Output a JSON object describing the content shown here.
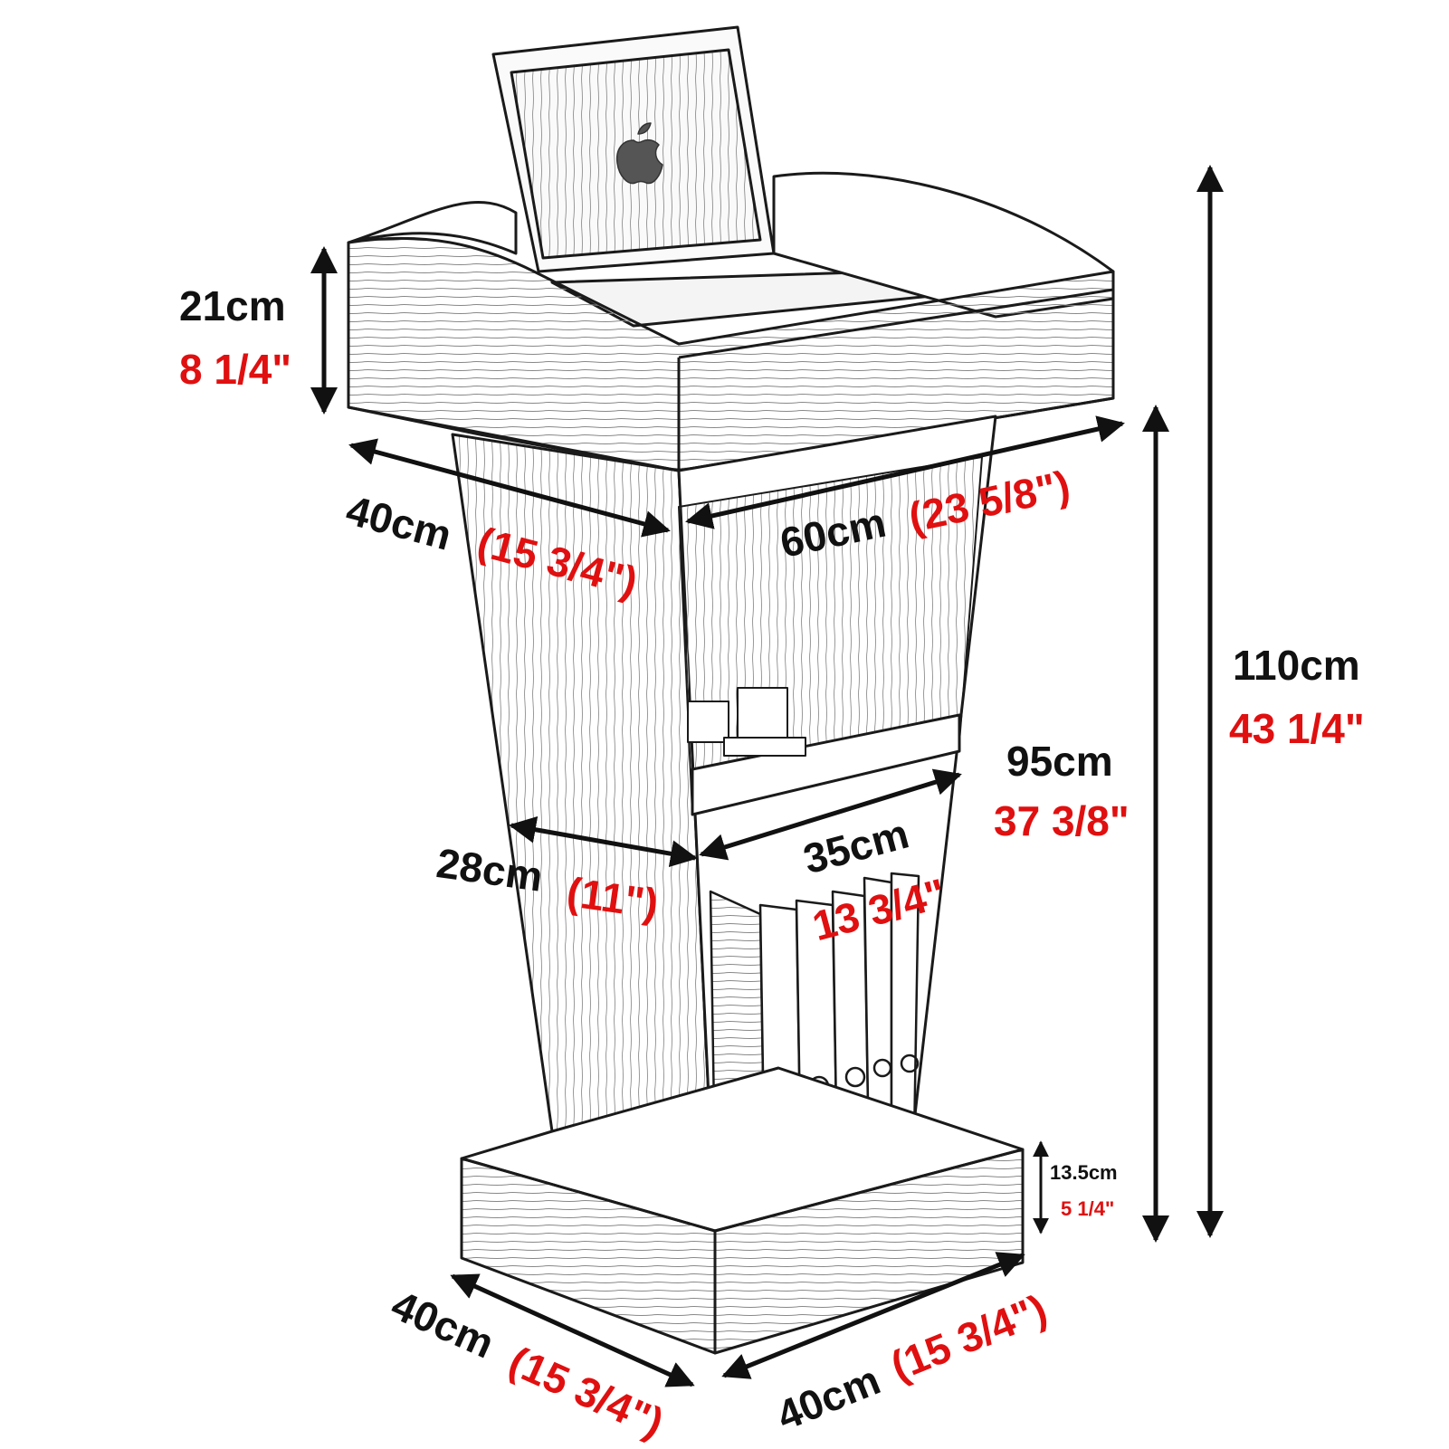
{
  "colors": {
    "dimension_metric": "#111111",
    "dimension_imperial": "#e01010",
    "line_art": "#1a1a1a",
    "background": "#ffffff"
  },
  "icons": {
    "laptop": "laptop-icon",
    "apple_logo": "apple-logo-icon",
    "binders": "binder-icon",
    "arrows": "double-arrow-icon"
  },
  "dimensions": {
    "top_height": {
      "metric": "21cm",
      "imperial": "8 1/4\""
    },
    "top_depth": {
      "metric": "40cm",
      "imperial": "(15 3/4\")"
    },
    "top_width": {
      "metric": "60cm",
      "imperial": "(23 5/8\")"
    },
    "total_height": {
      "metric": "110cm",
      "imperial": "43 1/4\""
    },
    "body_height": {
      "metric": "95cm",
      "imperial": "37 3/8\""
    },
    "shelf_depth": {
      "metric": "28cm",
      "imperial": "(11\")"
    },
    "shelf_width": {
      "metric": "35cm",
      "imperial": "13 3/4\""
    },
    "base_height": {
      "metric": "13.5cm",
      "imperial": "5 1/4\""
    },
    "base_depth": {
      "metric": "40cm",
      "imperial": "(15 3/4\")"
    },
    "base_width": {
      "metric": "40cm",
      "imperial": "(15 3/4\")"
    }
  }
}
